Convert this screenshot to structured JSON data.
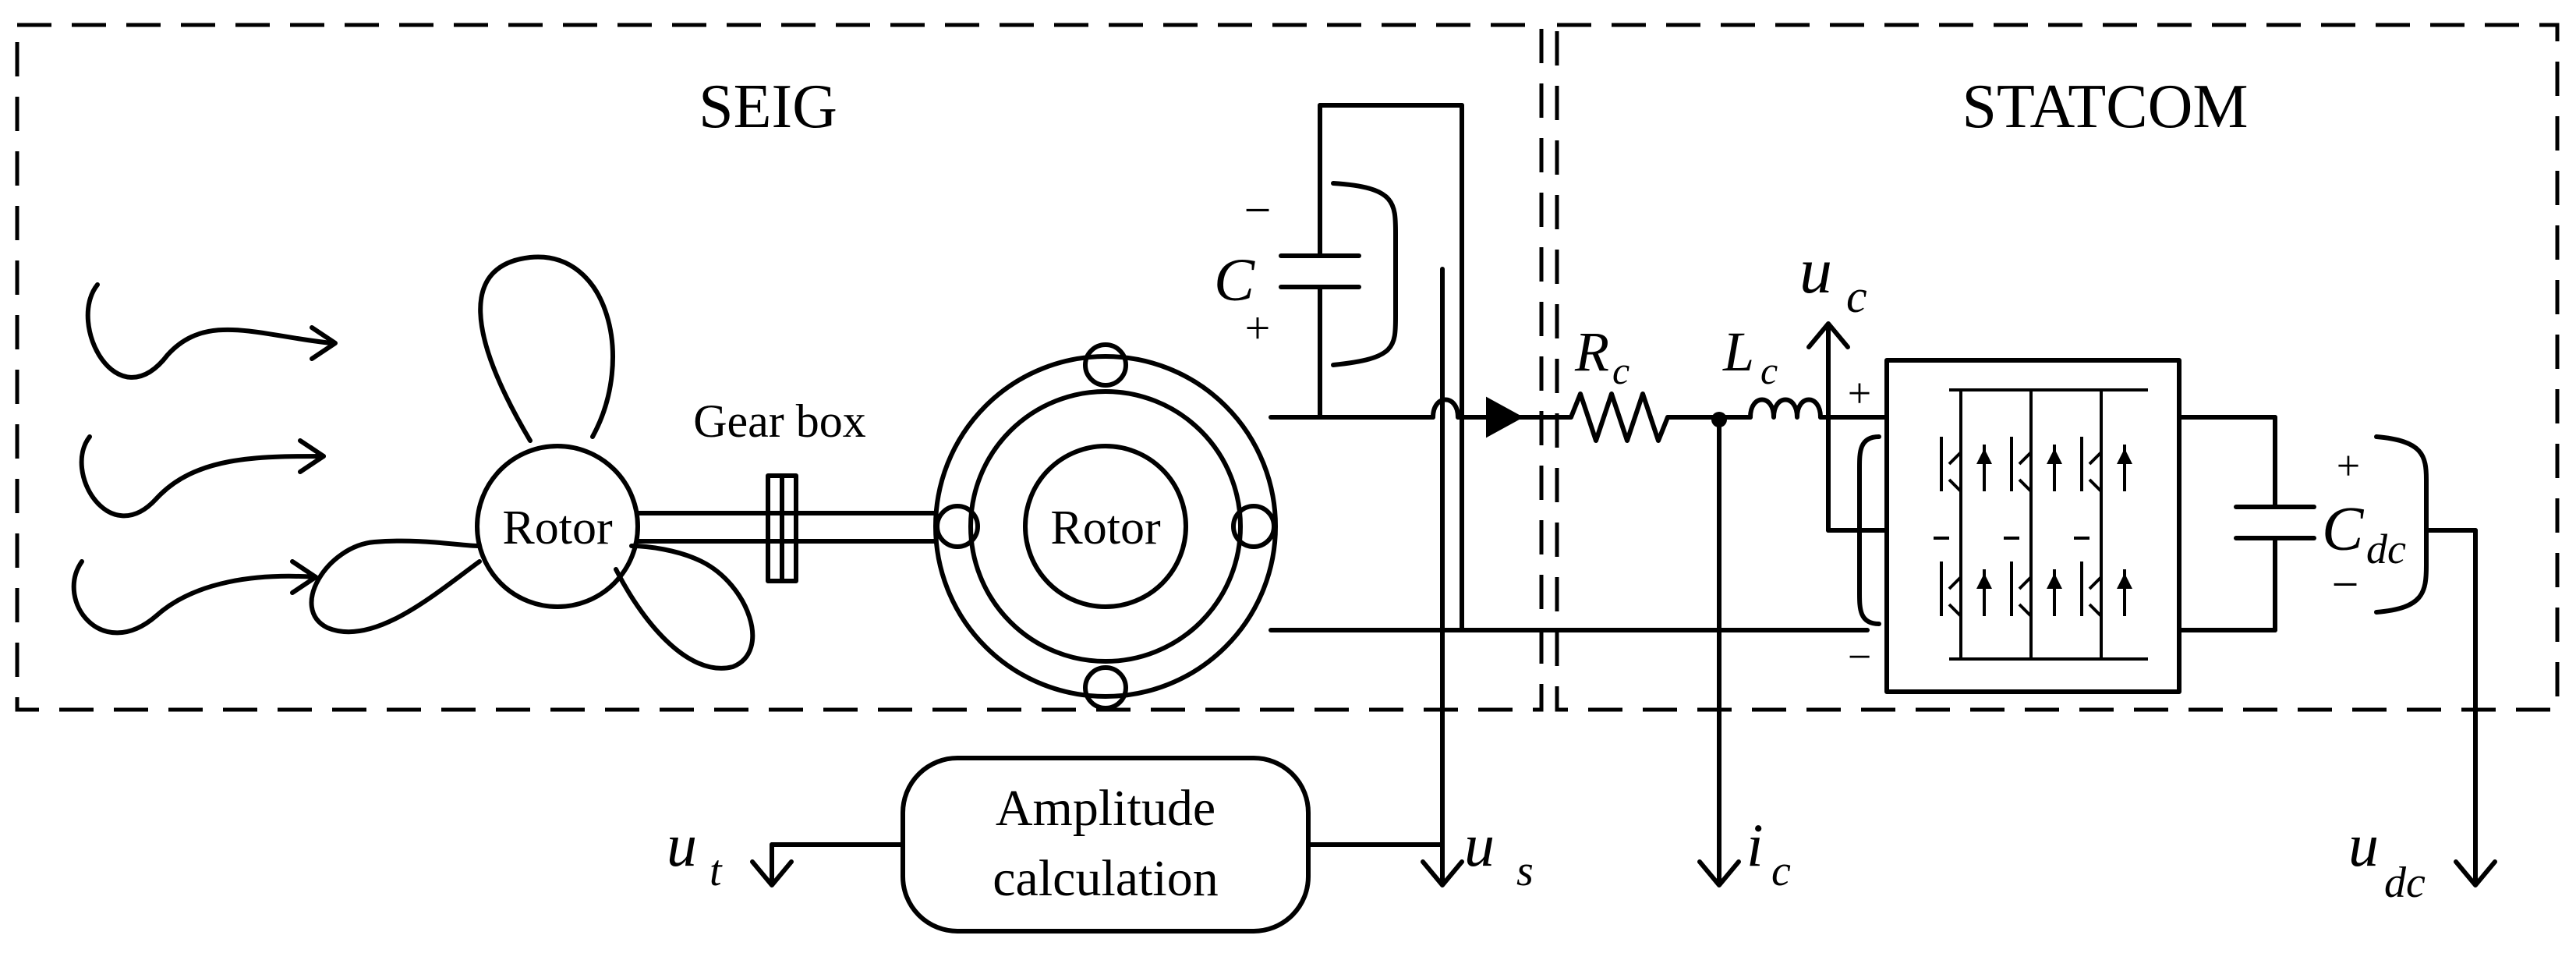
{
  "labels": {
    "seig": "SEIG",
    "statcom": "STATCOM",
    "rotor_turbine": "Rotor",
    "rotor_generator": "Rotor",
    "gear_box": "Gear box",
    "amplitude_line1": "Amplitude",
    "amplitude_line2": "calculation",
    "cap_c": "C",
    "cap_minus": "−",
    "cap_plus": "+",
    "r_c_main": "R",
    "r_c_sub": "c",
    "l_c_main": "L",
    "l_c_sub": "c",
    "u_c_main": "u",
    "u_c_sub": "c",
    "dc_plus": "+",
    "dc_minus": "−",
    "cdc_main": "C",
    "cdc_sub": "dc",
    "cdc_plus": "+",
    "cdc_minus": "−",
    "u_t_main": "u",
    "u_t_sub": "t",
    "u_s_main": "u",
    "u_s_sub": "s",
    "i_c_main": "i",
    "i_c_sub": "c",
    "u_dc_main": "u",
    "u_dc_sub": "dc"
  }
}
